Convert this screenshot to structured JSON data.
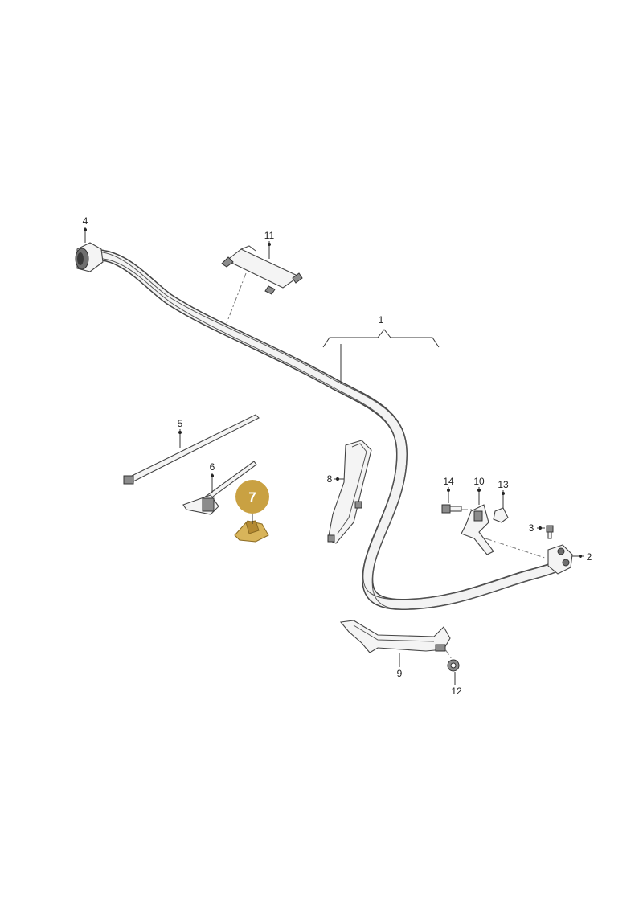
{
  "callouts": {
    "c1": "1",
    "c2": "2",
    "c3": "3",
    "c4": "4",
    "c5": "5",
    "c6": "6",
    "c8": "8",
    "c9": "9",
    "c10": "10",
    "c11": "11",
    "c12": "12",
    "c13": "13",
    "c14": "14"
  },
  "highlight": {
    "label": "7",
    "color": "#c9a142"
  }
}
